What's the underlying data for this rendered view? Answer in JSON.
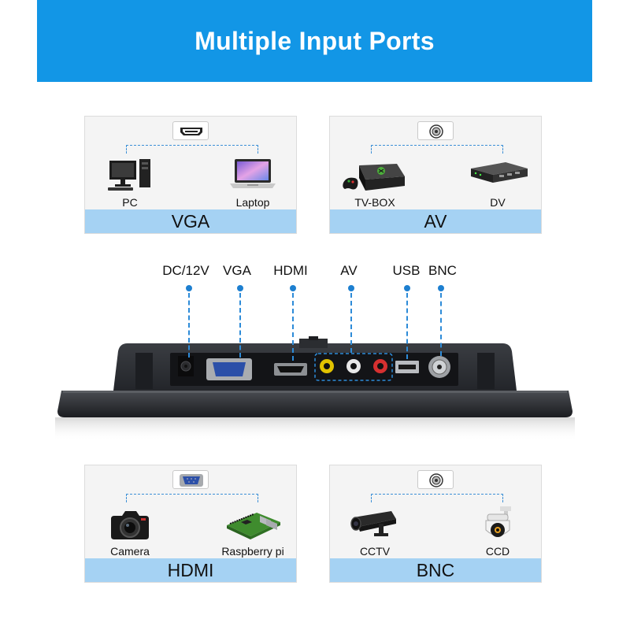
{
  "header": {
    "title": "Multiple Input Ports"
  },
  "cards": [
    {
      "id": "vga",
      "footer": "VGA",
      "port_icon": "hdmi-port-icon",
      "devices": [
        {
          "label": "PC",
          "icon": "desktop-pc-icon"
        },
        {
          "label": "Laptop",
          "icon": "laptop-icon"
        }
      ]
    },
    {
      "id": "av",
      "footer": "AV",
      "port_icon": "rca-port-icon",
      "devices": [
        {
          "label": "TV-BOX",
          "icon": "game-console-icon"
        },
        {
          "label": "DV",
          "icon": "dvr-box-icon"
        }
      ]
    },
    {
      "id": "hdmi",
      "footer": "HDMI",
      "port_icon": "vga-port-icon",
      "devices": [
        {
          "label": "Camera",
          "icon": "camera-icon"
        },
        {
          "label": "Raspberry pi",
          "icon": "raspberry-pi-board-icon"
        }
      ]
    },
    {
      "id": "bnc",
      "footer": "BNC",
      "port_icon": "bnc-port-icon",
      "devices": [
        {
          "label": "CCTV",
          "icon": "cctv-camera-icon"
        },
        {
          "label": "CCD",
          "icon": "dome-camera-icon"
        }
      ]
    }
  ],
  "ports": [
    {
      "label": "DC/12V"
    },
    {
      "label": "VGA"
    },
    {
      "label": "HDMI"
    },
    {
      "label": "AV"
    },
    {
      "label": "USB"
    },
    {
      "label": "BNC"
    }
  ],
  "colors": {
    "banner": "#1296e6",
    "card_footer": "#a5d2f3",
    "leader": "#2d8bd8",
    "monitor": "#2b2e33"
  }
}
